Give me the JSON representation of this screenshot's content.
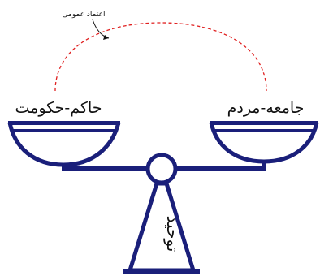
{
  "labels": {
    "left_pan": "حاکم-حکومت",
    "right_pan": "جامعه-مردم",
    "base": "توحید",
    "arc_annotation": "اعتماد عمومی"
  },
  "colors": {
    "scale": "#1a1f7a",
    "arc": "#e02020",
    "text": "#111111",
    "background": "#ffffff"
  }
}
